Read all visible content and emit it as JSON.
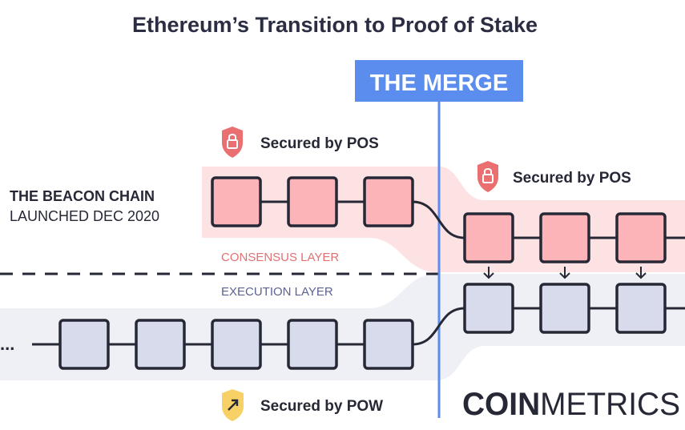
{
  "title": "Ethereum’s Transition to Proof of Stake",
  "merge_label": "THE MERGE",
  "beacon": {
    "line1": "THE BEACON CHAIN",
    "line2": "LAUNCHED DEC 2020"
  },
  "layers": {
    "consensus": "CONSENSUS LAYER",
    "execution": "EXECUTION LAYER"
  },
  "security": {
    "pos_before": "Secured by POS",
    "pos_after": "Secured by POS",
    "pow": "Secured by POW"
  },
  "ellipsis": "...",
  "logo": {
    "bold": "COIN",
    "light": "METRICS"
  },
  "icons": {
    "pos": "lock-shield-icon",
    "pow": "pickaxe-shield-icon"
  },
  "colors": {
    "merge_blue": "#5b8def",
    "pos_block": "#fdb4b8",
    "pos_band": "#fde2e3",
    "pow_block": "#d8dbec",
    "pow_band": "#eef0f6",
    "consensus_text": "#e46f73",
    "execution_text": "#5c6390",
    "ink": "#262836",
    "pos_shield": "#ea6f70",
    "pow_shield": "#f7d166"
  }
}
